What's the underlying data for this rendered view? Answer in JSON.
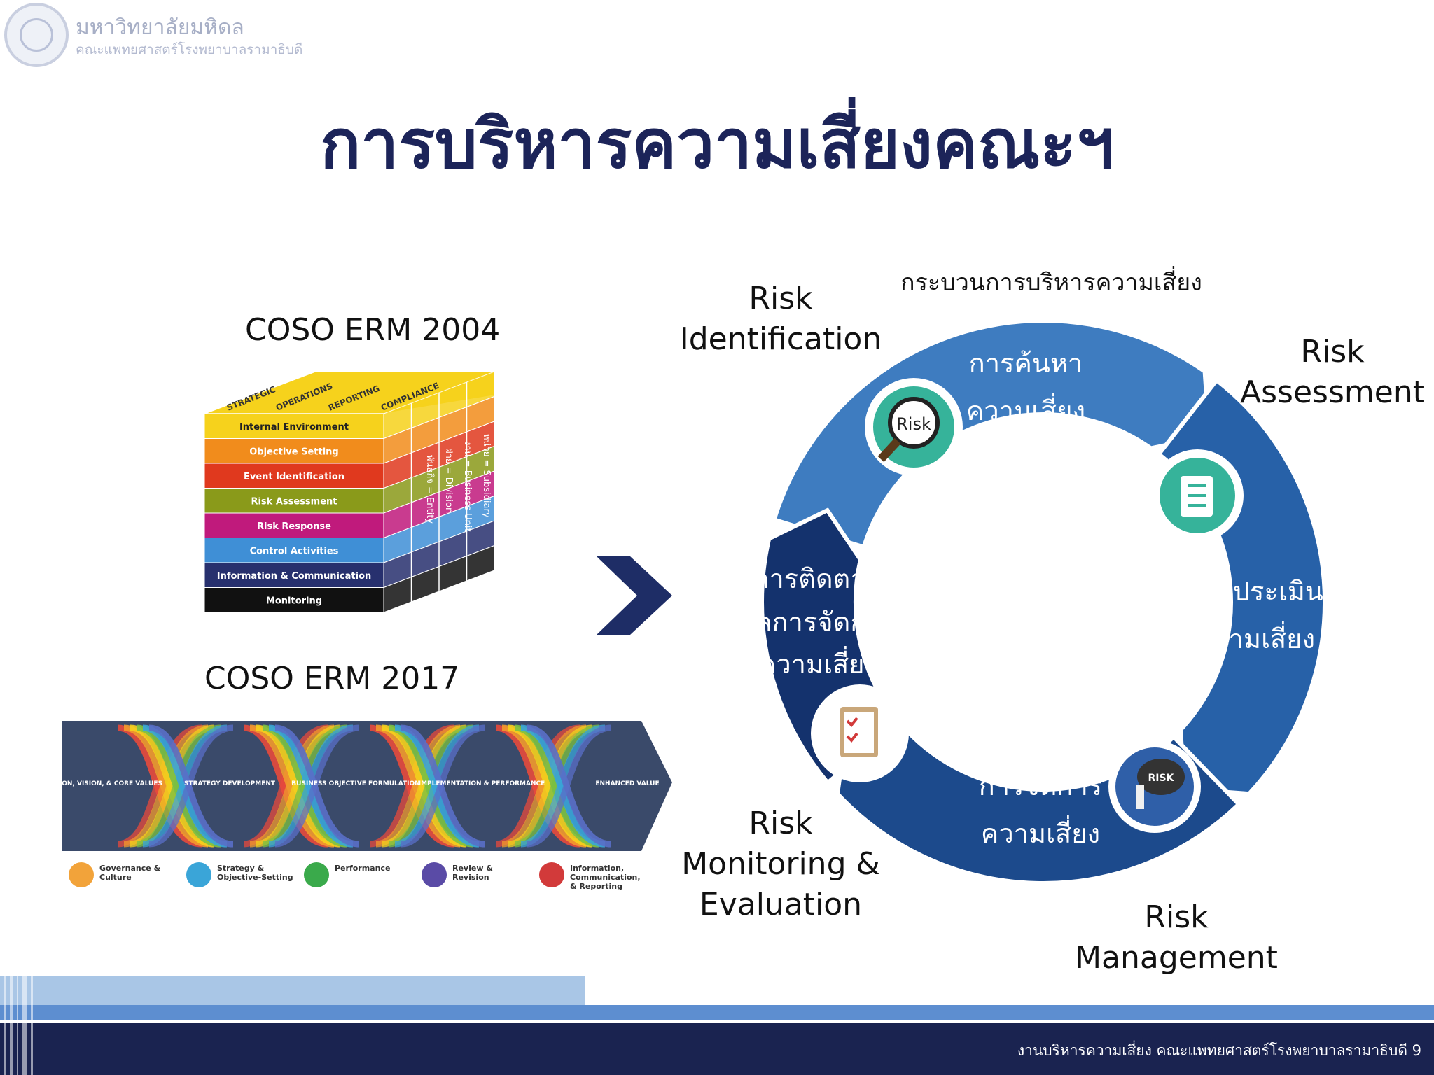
{
  "header": {
    "university": "มหาวิทยาลัยมหิดล",
    "faculty": "คณะแพทยศาสตร์โรงพยาบาลรามาธิบดี"
  },
  "title": "การบริหารความเสี่ยงคณะฯ",
  "coso2004": {
    "label": "COSO ERM 2004",
    "top_labels": [
      "STRATEGIC",
      "OPERATIONS",
      "REPORTING",
      "COMPLIANCE"
    ],
    "layers": [
      {
        "text": "Internal Environment",
        "color": "#f6d21c"
      },
      {
        "text": "Objective Setting",
        "color": "#f18c1c"
      },
      {
        "text": "Event Identification",
        "color": "#e0391e"
      },
      {
        "text": "Risk Assessment",
        "color": "#8a9a1a"
      },
      {
        "text": "Risk Response",
        "color": "#c01a7c"
      },
      {
        "text": "Control Activities",
        "color": "#3f8fd6"
      },
      {
        "text": "Information & Communication",
        "color": "#27306e"
      },
      {
        "text": "Monitoring",
        "color": "#111111"
      }
    ],
    "side_labels": [
      "หน่วย = Subsidiary",
      "งาน = Business Unit",
      "ฝ่าย = Division",
      "พันธกิจ = Entity"
    ]
  },
  "coso2017": {
    "label": "COSO ERM 2017",
    "stages": [
      "MISSION, VISION, & CORE VALUES",
      "STRATEGY DEVELOPMENT",
      "BUSINESS OBJECTIVE FORMULATION",
      "IMPLEMENTATION & PERFORMANCE",
      "ENHANCED VALUE"
    ],
    "components": [
      {
        "text": "Governance & Culture",
        "color": "#f2a33a"
      },
      {
        "text": "Strategy & Objective-Setting",
        "color": "#3aa5d8"
      },
      {
        "text": "Performance",
        "color": "#3aaa4b"
      },
      {
        "text": "Review & Revision",
        "color": "#5a4ba6"
      },
      {
        "text": "Information, Communication, & Reporting",
        "color": "#d23a3a"
      }
    ]
  },
  "process": {
    "title": "กระบวนการบริหารความเสี่ยง",
    "steps": [
      {
        "thai_1": "การค้นหา",
        "thai_2": "ความเสี่ยง",
        "en": "Risk Identification",
        "icon_text": "Risk"
      },
      {
        "thai_1": "การประเมิน",
        "thai_2": "ความเสี่ยง",
        "en": "Risk Assessment"
      },
      {
        "thai_1": "การจัดการ",
        "thai_2": "ความเสี่ยง",
        "en": "Risk Management",
        "icon_text": "RISK"
      },
      {
        "thai_1": "การติดตาม",
        "thai_2": "ผลการจัดการ",
        "thai_3": "ความเสี่ยง",
        "en": "Risk Monitoring & Evaluation"
      }
    ],
    "labels": {
      "identification_1": "Risk",
      "identification_2": "Identification",
      "assessment_1": "Risk",
      "assessment_2": "Assessment",
      "management_1": "Risk",
      "management_2": "Management",
      "monitoring_1": "Risk",
      "monitoring_2": "Monitoring &",
      "monitoring_3": "Evaluation"
    }
  },
  "footer": {
    "text": "งานบริหารความเสี่ยง คณะแพทยศาสตร์โรงพยาบาลรามาธิบดี 9"
  },
  "colors": {
    "title": "#1c2459",
    "ring_1": "#3e7cc0",
    "ring_2": "#2761a8",
    "ring_3": "#1c4a8c",
    "ring_4": "#14326d",
    "footer": "#1a2350"
  },
  "icons": [
    "university-seal-icon",
    "chevron-right-icon",
    "magnifier-icon",
    "checklist-icon",
    "clipboard-icon",
    "risk-dial-icon"
  ]
}
